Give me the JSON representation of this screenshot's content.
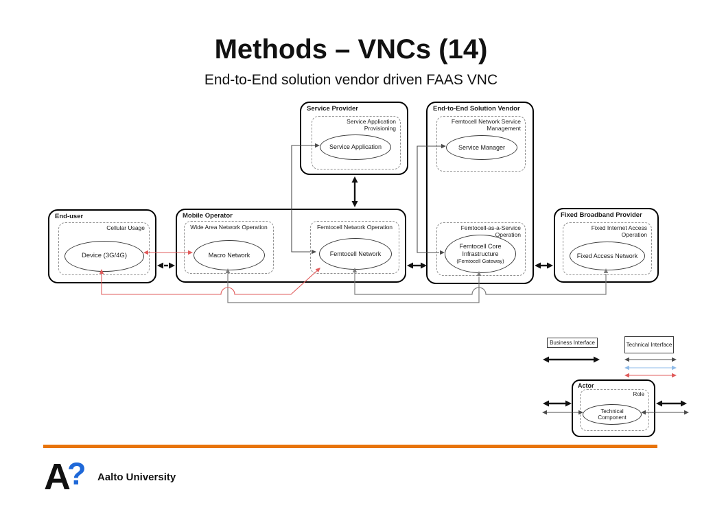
{
  "slide": {
    "title": "Methods – VNCs (14)",
    "subtitle": "End-to-End solution vendor driven FAAS VNC"
  },
  "colors": {
    "accent_orange": "#E8740B",
    "interface_red": "#E05C5C",
    "interface_blue": "#8FBBE8",
    "logo_blue": "#1E68D8"
  },
  "actors": {
    "service_provider": {
      "title": "Service Provider",
      "role": "Service Application Provisioning",
      "component": "Service Application"
    },
    "e2e_vendor": {
      "title": "End-to-End Solution Vendor",
      "role_mgmt": "Femtocell Network Service Management",
      "component_mgmt": "Service Manager",
      "role_faas": "Femtocell-as-a-Service Operation",
      "component_faas_main": "Femtocell Core Infrastructure",
      "component_faas_note": "(Femtocell Gateway)"
    },
    "end_user": {
      "title": "End-user",
      "role": "Cellular Usage",
      "component": "Device (3G/4G)"
    },
    "mobile_operator": {
      "title": "Mobile Operator",
      "role_wan": "Wide Area Network Operation",
      "component_wan": "Macro Network",
      "role_femto": "Femtocell Network Operation",
      "component_femto": "Femtocell Network"
    },
    "fixed_broadband": {
      "title": "Fixed Broadband Provider",
      "role": "Fixed Internet Access Operation",
      "component": "Fixed Access Network"
    }
  },
  "legend": {
    "business_interface": "Business Interface",
    "technical_interface": "Technical Interface",
    "actor_title": "Actor",
    "role": "Role",
    "component": "Technical Component"
  },
  "footer": {
    "logo_letter": "A",
    "logo_mark": "?",
    "logo_text": "Aalto University"
  }
}
